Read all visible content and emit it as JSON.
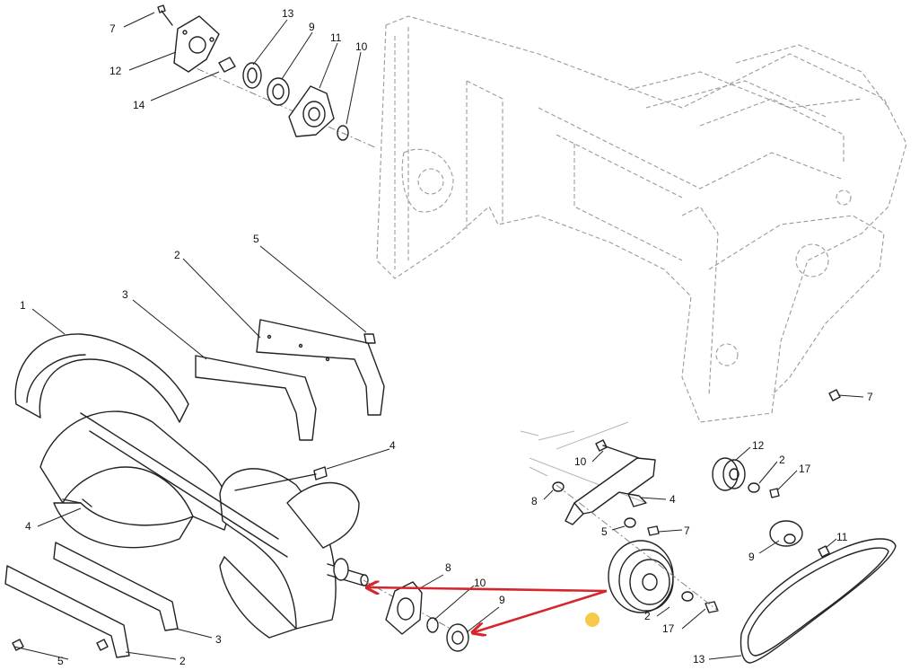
{
  "callouts": {
    "top_7": "7",
    "top_12": "12",
    "top_14": "14",
    "top_13": "13",
    "top_9": "9",
    "top_11": "11",
    "top_10": "10",
    "mid_5": "5",
    "mid_2": "2",
    "mid_3": "3",
    "mid_1": "1",
    "mid_4a": "4",
    "mid_4b": "4",
    "bot_5": "5",
    "bot_3": "3",
    "bot_2": "2",
    "bot_8": "8",
    "bot_10": "10",
    "bot_9": "9",
    "right_7": "7",
    "br_10": "10",
    "br_8": "8",
    "br_4": "4",
    "br_5": "5",
    "br_7": "7",
    "br_12": "12",
    "br_2a": "2",
    "br_17a": "17",
    "br_9": "9",
    "br_11": "11",
    "br_2b": "2",
    "br_17b": "17",
    "br_13": "13"
  },
  "colors": {
    "arrow": "#d4262c",
    "marker": "#f7c948"
  }
}
